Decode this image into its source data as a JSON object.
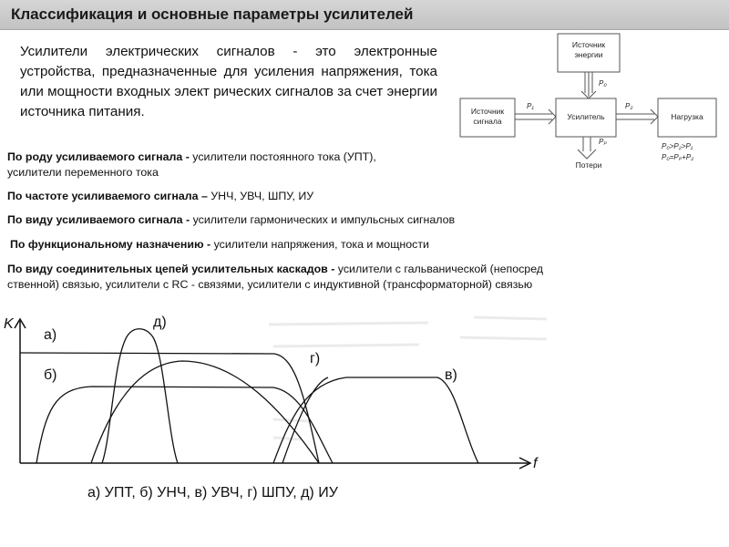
{
  "header": {
    "title": "Классификация и основные параметры усилителей"
  },
  "intro": "Усилители электрических сигналов - это электронные устройства, предназначенные для усиления напряжения, тока или мощности входных элект рических сигналов за счет энергии источника питания.",
  "block_diagram": {
    "source_energy": [
      "Источник",
      "энергии"
    ],
    "source_signal": [
      "Источник",
      "сигнала"
    ],
    "amplifier": "Усилитель",
    "load": "Нагрузка",
    "losses": "Потери",
    "p_supply": "P₀",
    "p_in": "P₁",
    "p_out": "P₂",
    "p_loss": "Pₚ",
    "relation_1": "P₀>P₂>P₁",
    "relation_2": "P₀=Pₚ+P₂"
  },
  "classifications": [
    {
      "label": "По роду усиливаемого сигнала - ",
      "text": "усилители постоянного тока (УПТ),",
      "text2": "усилители переменного тока"
    },
    {
      "label": "По частоте усиливаемого сигнала – ",
      "text": "УНЧ, УВЧ, ШПУ, ИУ"
    },
    {
      "label": "По виду усиливаемого сигнала - ",
      "text": "усилители гармонических и импульсных сигналов"
    },
    {
      "label": "По функциональному назначению - ",
      "text": "усилители напряжения, тока и мощности"
    },
    {
      "label": "По виду соединительных цепей усилительных каскадов - ",
      "text": "усилители с гальванической (непосред",
      "text2": "ственной) связью, усилители с RC - связями, усилители с индуктивной (трансформаторной) связью"
    }
  ],
  "graph": {
    "y_axis": "K",
    "x_axis": "f",
    "labels": {
      "a": "а)",
      "b": "б)",
      "v": "в)",
      "g": "г)",
      "d": "д)"
    }
  },
  "caption": "а) УПТ, б) УНЧ, в) УВЧ, г) ШПУ, д) ИУ"
}
